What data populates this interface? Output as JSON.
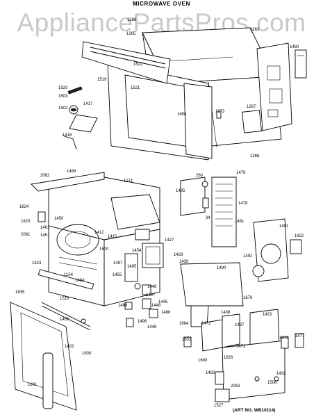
{
  "title": "MICROWAVE OVEN",
  "watermark": "AppliancePartsPros.com",
  "art_number": "(ART NO. WB10114)",
  "part_labels": [
    "1268",
    "1265",
    "1263",
    "1480",
    "1522",
    "1519",
    "1521",
    "1520",
    "1503",
    "1417",
    "1502",
    "1273",
    "1267",
    "1656",
    "1266",
    "1418",
    "2062",
    "1499",
    "1271",
    "1479",
    "280",
    "1485",
    "1478",
    "34",
    "1824",
    "1823",
    "1450",
    "1401",
    "1451",
    "2061",
    "1412",
    "1415",
    "1454",
    "1427",
    "1428",
    "1500",
    "1487",
    "1481",
    "1491",
    "1492",
    "1422",
    "1523",
    "1494",
    "1455",
    "1495",
    "1430",
    "1490",
    "1154",
    "1835",
    "1448",
    "1516",
    "1497",
    "1445",
    "1488",
    "1448",
    "1489",
    "1676",
    "1452",
    "1496",
    "1684",
    "1472",
    "1438",
    "1437",
    "1433",
    "1448",
    "1631",
    "1673",
    "1477",
    "1402",
    "1800",
    "1473",
    "1626",
    "1680",
    "1482",
    "1801",
    "1432",
    "2063",
    "1506",
    "1527"
  ]
}
